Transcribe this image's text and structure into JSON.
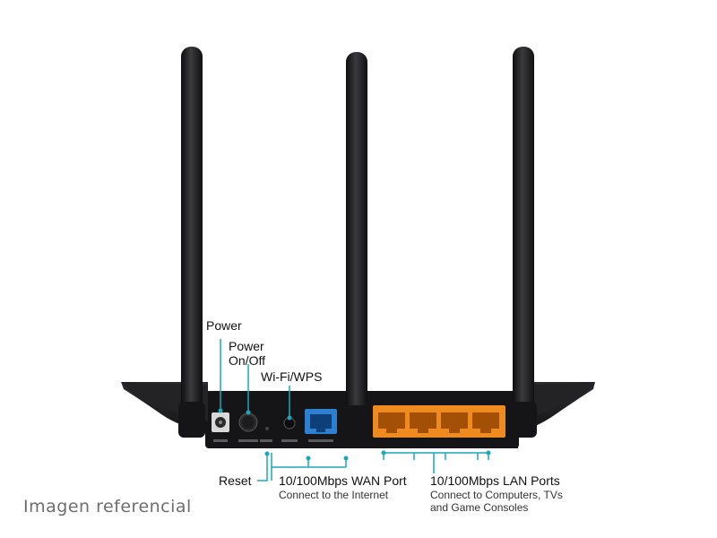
{
  "labels": {
    "power": "Power",
    "power_onoff_line1": "Power",
    "power_onoff_line2": "On/Off",
    "wifi_wps": "Wi-Fi/WPS",
    "reset": "Reset",
    "wan_title": "10/100Mbps WAN Port",
    "wan_sub": "Connect to the Internet",
    "lan_title": "10/100Mbps LAN Ports",
    "lan_sub_line1": "Connect to Computers, TVs",
    "lan_sub_line2": "and Game Consoles"
  },
  "watermark": "Imagen referencial",
  "colors": {
    "callout": "#1aa8b8",
    "router_body": "#1b1b1d",
    "wan_port": "#2d7fd0",
    "lan_port": "#ef8a1e"
  }
}
